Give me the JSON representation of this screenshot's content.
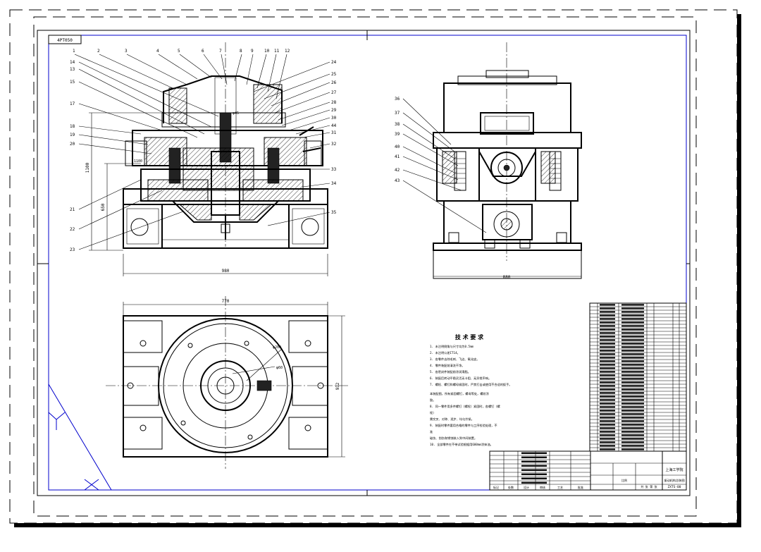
{
  "sheet": {
    "code_box": "4PT050",
    "dimensions": {
      "front_width": "980",
      "front_height_a": "1100",
      "front_height_b": "650",
      "side_width": "880",
      "plan_width": "770",
      "plan_height": "932",
      "plan_annot_a": "φ200",
      "plan_annot_b": "φ60"
    },
    "callouts_top": [
      "1",
      "2",
      "3",
      "4",
      "5",
      "6",
      "7",
      "8",
      "9",
      "10",
      "11",
      "12"
    ],
    "callouts_left": [
      "14",
      "13",
      "15",
      "17",
      "18",
      "19",
      "20",
      "21",
      "22",
      "23"
    ],
    "callouts_right": [
      "24",
      "25",
      "26",
      "27",
      "28",
      "29",
      "30",
      "31",
      "32",
      "33",
      "34",
      "35",
      "44"
    ],
    "callouts_side": [
      "36",
      "37",
      "38",
      "39",
      "40",
      "41",
      "42",
      "43"
    ],
    "inner_label": "φ45",
    "side_label": "1100"
  },
  "tech": {
    "title": "技 术 要 求",
    "items": [
      "1. 未注明倒角与尺寸均为0.5mm",
      "2. 未注明公差IT14。",
      "3. 各零件去除毛刺、飞边、氧化皮。",
      "4. 零件装配前清洗干净。",
      "5. 各密封件装配前涂润滑脂。",
      "6. 装配后转动平稳灵活无卡阻、无异常声响。",
      "7. 螺栓、螺钉和螺母紧固时，严禁打击或使用不合适的扳手。",
      "本装配图，所有紧固螺钉，螺母等处，螺纹涂",
      "胶。",
      "8. 同一零件用多件螺钉（螺栓）紧固时，各螺钉（螺",
      "栓）",
      "需交叉、对称、逐步、均匀拧紧。",
      "9. 装配时零件要用合格的零件与工序检验处理，不",
      "准",
      "碰伤、划伤和锈蚀装入到中间装置。",
      "10. 全部零件在不带试验根据用600mm涂抹油。"
    ]
  },
  "title_block": {
    "unit": "上海工学院",
    "drawing_name": "振动机构总装图",
    "drawing_no": "ZXTS-00",
    "scale_label": "比例",
    "sheet_label": "共 张 第 张",
    "mark_a": "标记",
    "mark_b": "处数",
    "designer": "设计",
    "checker": "审核",
    "process": "工艺",
    "approve": "批准"
  }
}
